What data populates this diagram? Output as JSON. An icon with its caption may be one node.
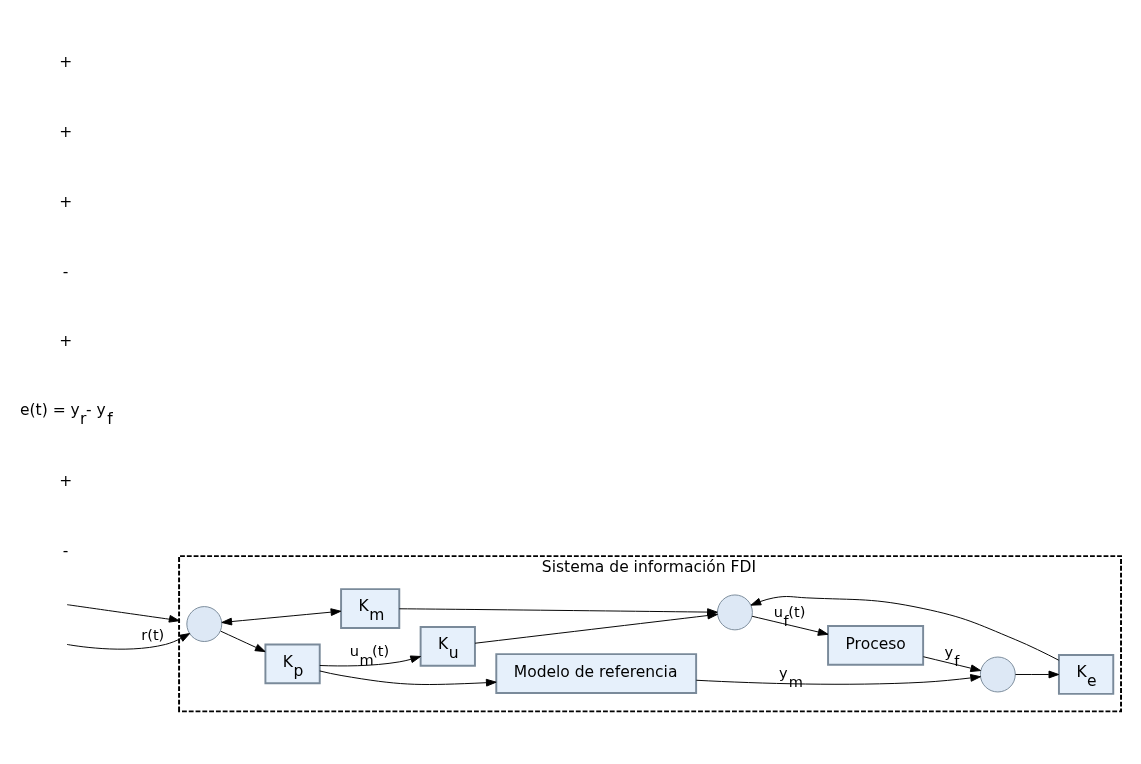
{
  "diagram": {
    "nodes": [
      {
        "text": [
          "Sistema de información FDI"
        ]
      },
      {
        "text": [],
        "shape": "circle",
        "in": 0
      },
      {
        "text": [
          "K$_{p}$"
        ],
        "in": 0
      },
      {
        "text": [
          "Modelo de referencia"
        ],
        "in": 0
      },
      {
        "text": [
          "K$_{m}$"
        ],
        "in": 0
      },
      {
        "text": [
          "K$_{u}$"
        ],
        "in": 0
      },
      {
        "text": [],
        "shape": "circle",
        "in": 0
      },
      {
        "text": [
          "Proceso"
        ],
        "in": 0
      },
      {
        "text": [],
        "shape": "circle",
        "in": 0
      },
      {
        "text": [
          "K$_{e}$"
        ],
        "in": 0
      }
    ],
    "edges": [
      {
        "from": null,
        "to": 0,
        "arrow": "to"
      },
      {
        "from": null,
        "to": 1,
        "arrow": "to",
        "label": "r(t)"
      },
      {
        "from": 1,
        "to": 2,
        "arrow": "to"
      },
      {
        "from": 2,
        "to": 3,
        "arrow": "to"
      },
      {
        "from": 2,
        "to": 5,
        "arrow": "to",
        "label": "u$_{m}$(t)"
      },
      {
        "from": 1,
        "to": 4,
        "arrow": "both"
      },
      {
        "from": 3,
        "to": 8,
        "arrow": "to",
        "label": "y$_{m}$"
      },
      {
        "from": 4,
        "to": 6,
        "arrow": "to"
      },
      {
        "from": 5,
        "to": 6,
        "arrow": "to"
      },
      {
        "from": 6,
        "to": 7,
        "arrow": "to",
        "label": "u$_{f}$(t)"
      },
      {
        "from": 7,
        "to": 8,
        "arrow": "to",
        "label": "y$_{f}$"
      },
      {
        "from": 8,
        "to": 9,
        "arrow": "to"
      },
      {
        "from": 9,
        "to": 6,
        "arrow": "to"
      }
    ],
    "labels": [
      "-",
      "+",
      "e(t) = y$_{r}$- y$_{f}$",
      "+",
      "-",
      "+",
      "+",
      "+"
    ]
  }
}
